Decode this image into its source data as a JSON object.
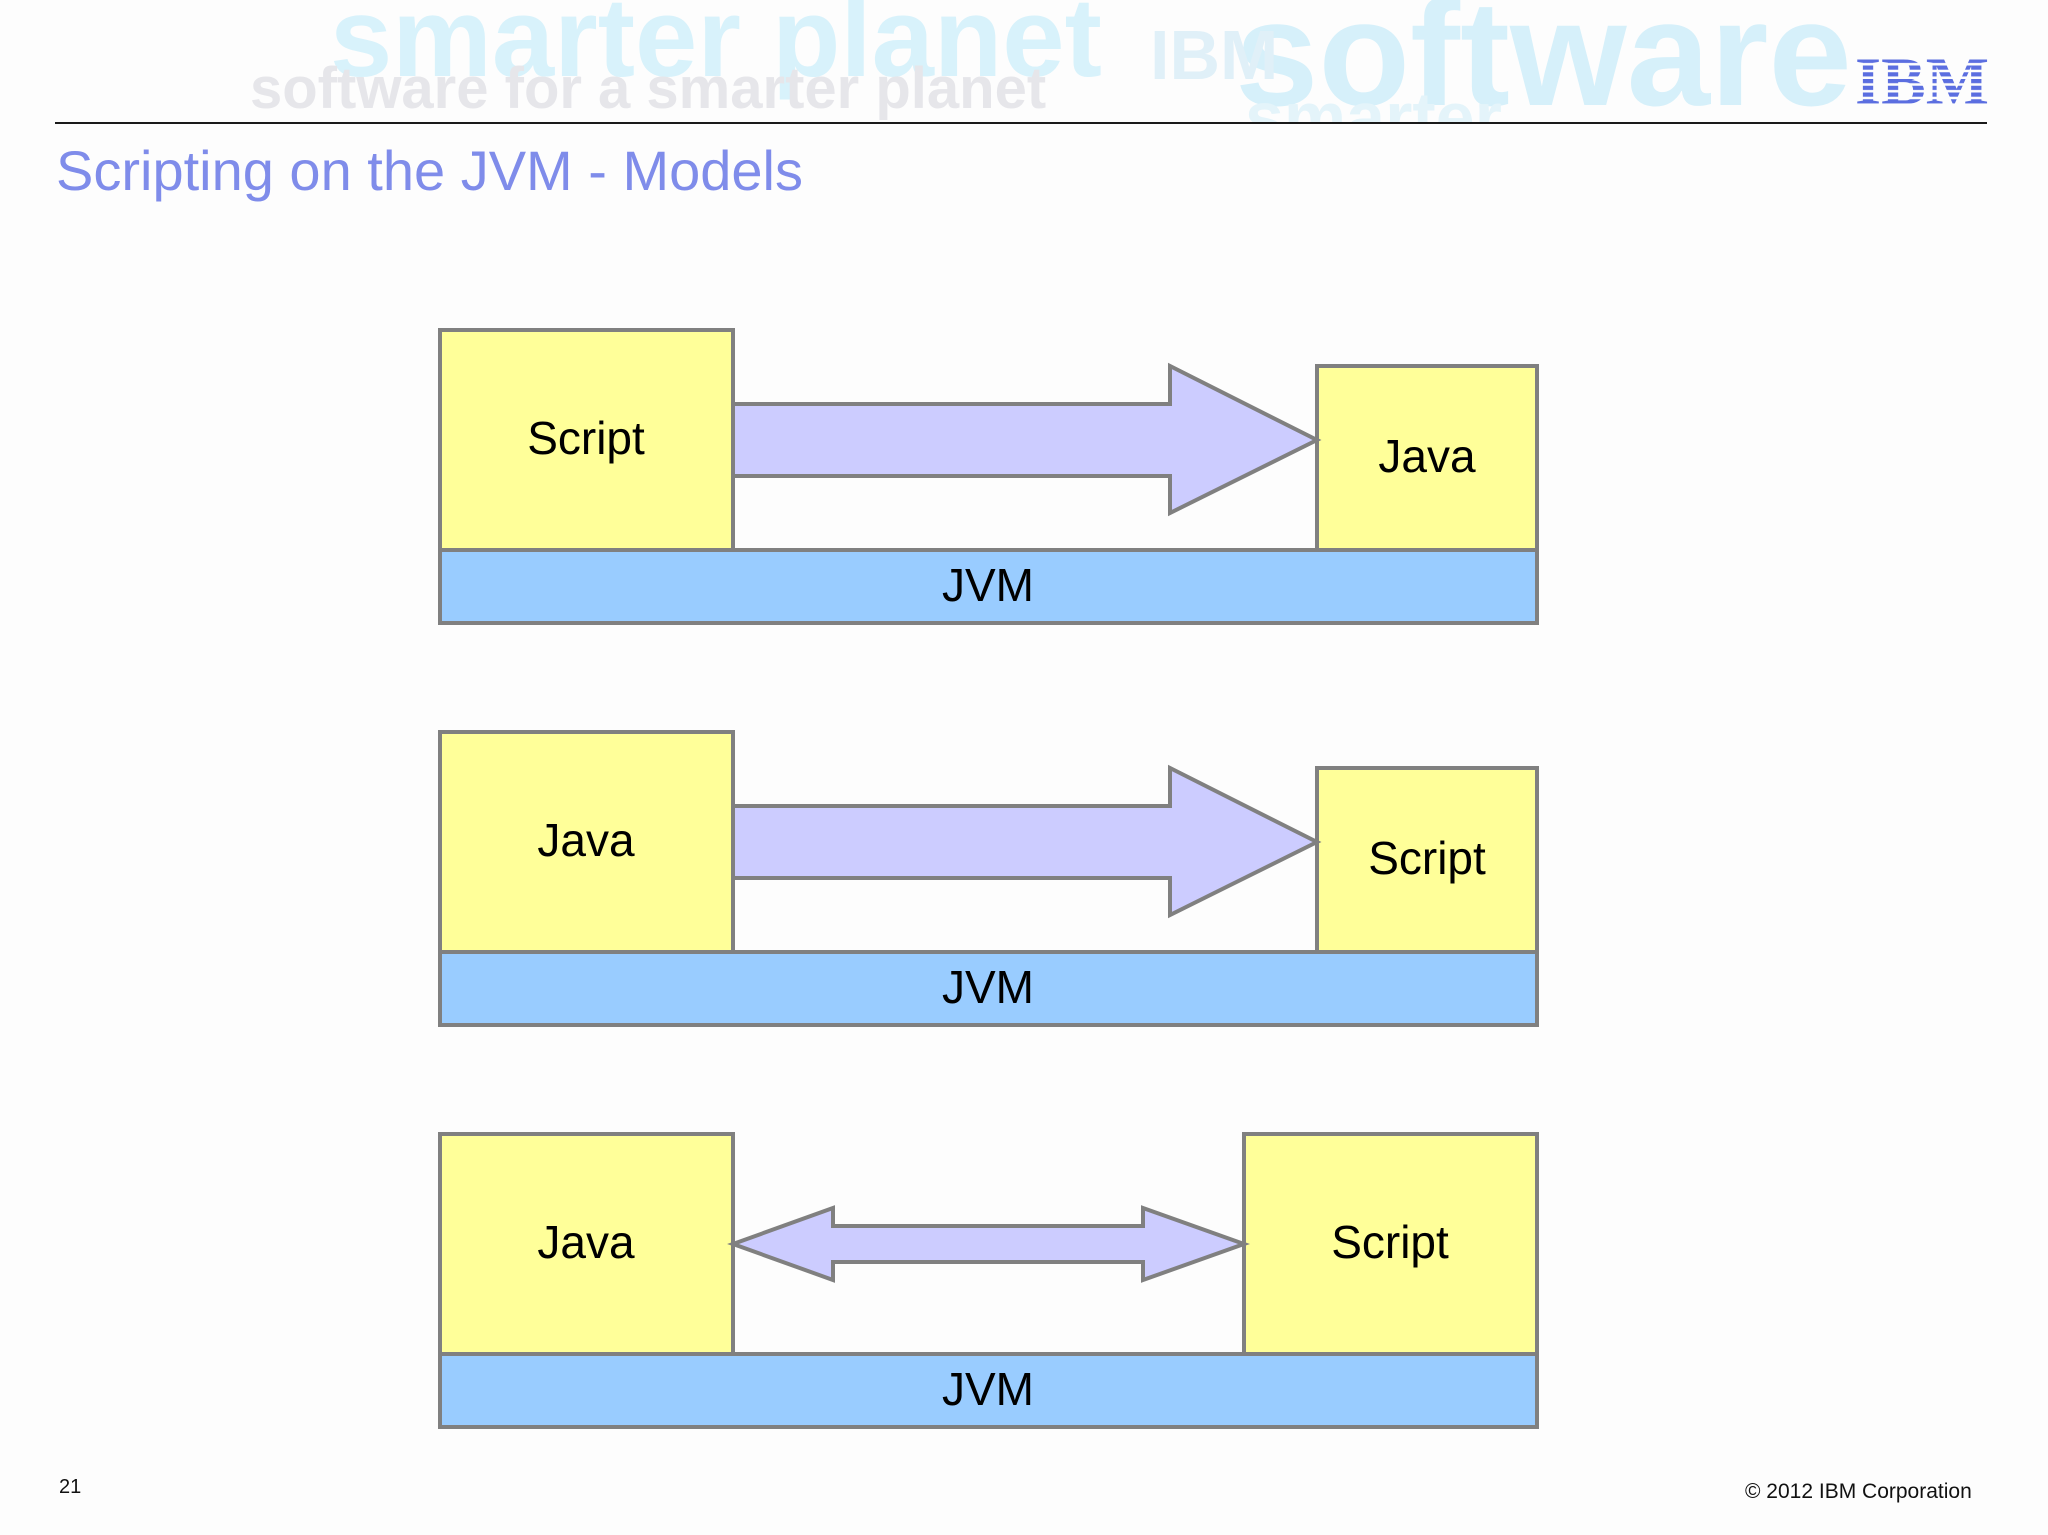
{
  "header": {
    "banner_words": [
      "smarter planet",
      "software for a smarter planet",
      "software",
      "smarter",
      "IBM"
    ],
    "logo": "IBM",
    "logo_icon": "ibm-logo-icon"
  },
  "slide": {
    "title": "Scripting on the JVM - Models",
    "page_number": "21",
    "copyright": "© 2012 IBM Corporation"
  },
  "colors": {
    "title": "#7f8cea",
    "box_fill": "#ffff99",
    "jvm_fill": "#99ccff",
    "arrow_fill": "#ccccff",
    "stroke": "#808080"
  },
  "models": [
    {
      "left": "Script",
      "right": "Java",
      "base": "JVM",
      "arrow": "one-way-arrow"
    },
    {
      "left": "Java",
      "right": "Script",
      "base": "JVM",
      "arrow": "one-way-arrow"
    },
    {
      "left": "Java",
      "right": "Script",
      "base": "JVM",
      "arrow": "two-way-arrow"
    }
  ]
}
